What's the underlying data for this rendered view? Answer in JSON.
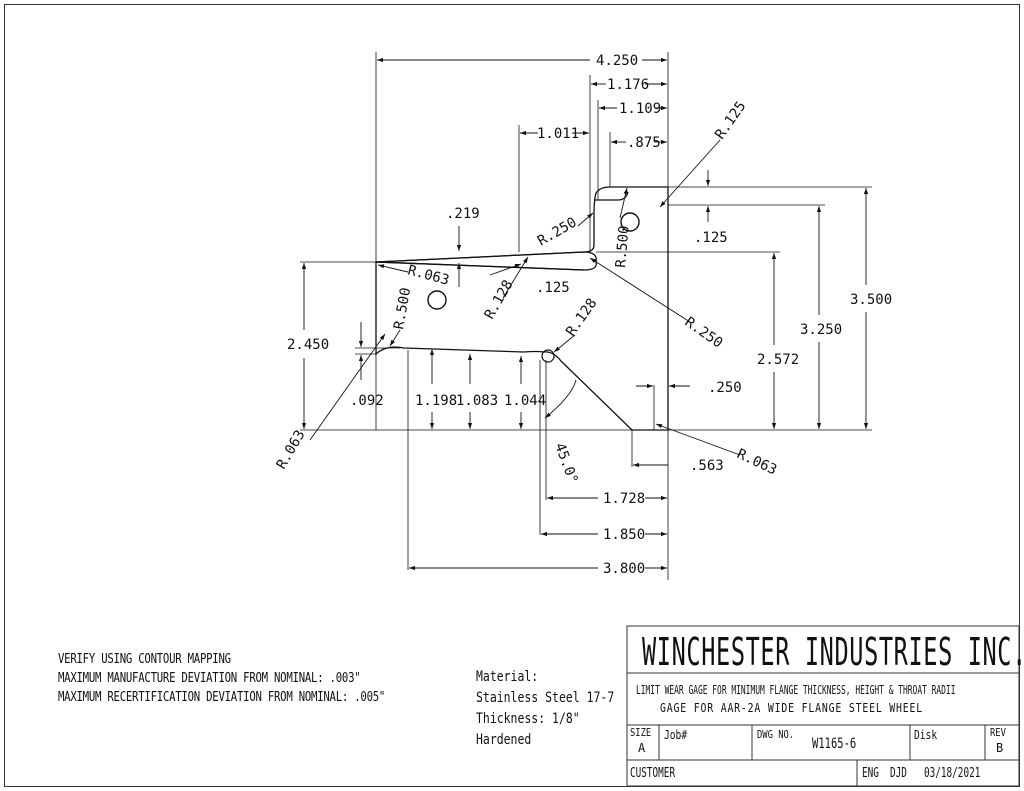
{
  "dimensions": {
    "overall_width": "4.250",
    "d_1176": "1.176",
    "d_1109": "1.109",
    "d_875": ".875",
    "d_1011": "1.011",
    "d_219": ".219",
    "d_125_top": ".125",
    "d_125_mid": ".125",
    "d_3500": "3.500",
    "d_3250": "3.250",
    "d_2572": "2.572",
    "d_2450": "2.450",
    "d_092": ".092",
    "d_1198": "1.198",
    "d_1083": "1.083",
    "d_1044": "1.044",
    "d_250": ".250",
    "d_563": ".563",
    "d_1728": "1.728",
    "d_1850": "1.850",
    "d_3800": "3.800",
    "angle": "45.0°"
  },
  "radii": {
    "r125": "R.125",
    "r250_a": "R.250",
    "r500_a": "R.500",
    "r063_a": "R.063",
    "r128_a": "R.128",
    "r250_b": "R.250",
    "r500_b": "R.500",
    "r128_b": "R.128",
    "r063_b": "R.063",
    "r063_c": "R.063"
  },
  "notes": [
    "VERIFY USING CONTOUR MAPPING",
    "MAXIMUM MANUFACTURE DEVIATION FROM NOMINAL: .003\"",
    "MAXIMUM RECERTIFICATION DEVIATION FROM NOMINAL: .005\""
  ],
  "material": [
    "Material:",
    "Stainless Steel 17-7",
    "Thickness: 1/8\"",
    "Hardened"
  ],
  "title_block": {
    "company": "WINCHESTER INDUSTRIES INC.",
    "description_line1": "LIMIT WEAR GAGE FOR MINIMUM FLANGE THICKNESS, HEIGHT & THROAT RADII",
    "description_line2": "GAGE FOR AAR-2A WIDE FLANGE STEEL WHEEL",
    "size_label": "SIZE",
    "size_value": "A",
    "job_label": "Job#",
    "dwg_label": "DWG NO.",
    "dwg_value": "W1165-6",
    "disk_label": "Disk",
    "rev_label": "REV",
    "rev_value": "B",
    "customer_label": "CUSTOMER",
    "eng_label": "ENG",
    "eng_value": "DJD",
    "date": "03/18/2021"
  }
}
